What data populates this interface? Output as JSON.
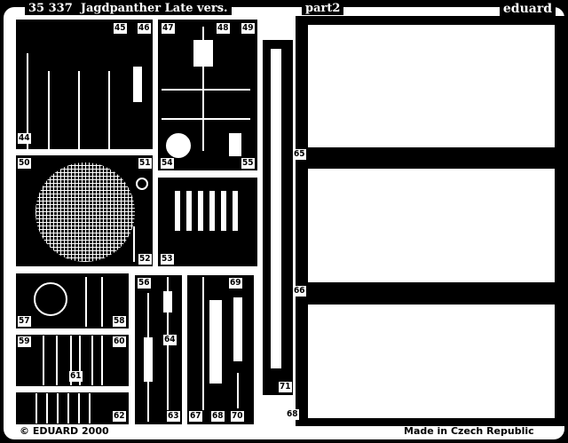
{
  "header": {
    "code": "35 337",
    "title": "Jagdpanther Late vers.",
    "part": "part2",
    "brand": "eduard"
  },
  "footer": {
    "copyright": "© EDUARD 2000",
    "origin": "Made in Czech Republic"
  },
  "labels": {
    "p44": "44",
    "p45": "45",
    "p46": "46",
    "p47": "47",
    "p48": "48",
    "p49": "49",
    "p50": "50",
    "p51": "51",
    "p52": "52",
    "p53": "53",
    "p54": "54",
    "p55": "55",
    "p56": "56",
    "p57": "57",
    "p58": "58",
    "p59": "59",
    "p60": "60",
    "p61": "61",
    "p62": "62",
    "p63": "63",
    "p64": "64",
    "p65": "65",
    "p66": "66",
    "p67": "67",
    "p68": "68",
    "p69": "69",
    "p70": "70",
    "p71": "71",
    "p68b": "68"
  }
}
